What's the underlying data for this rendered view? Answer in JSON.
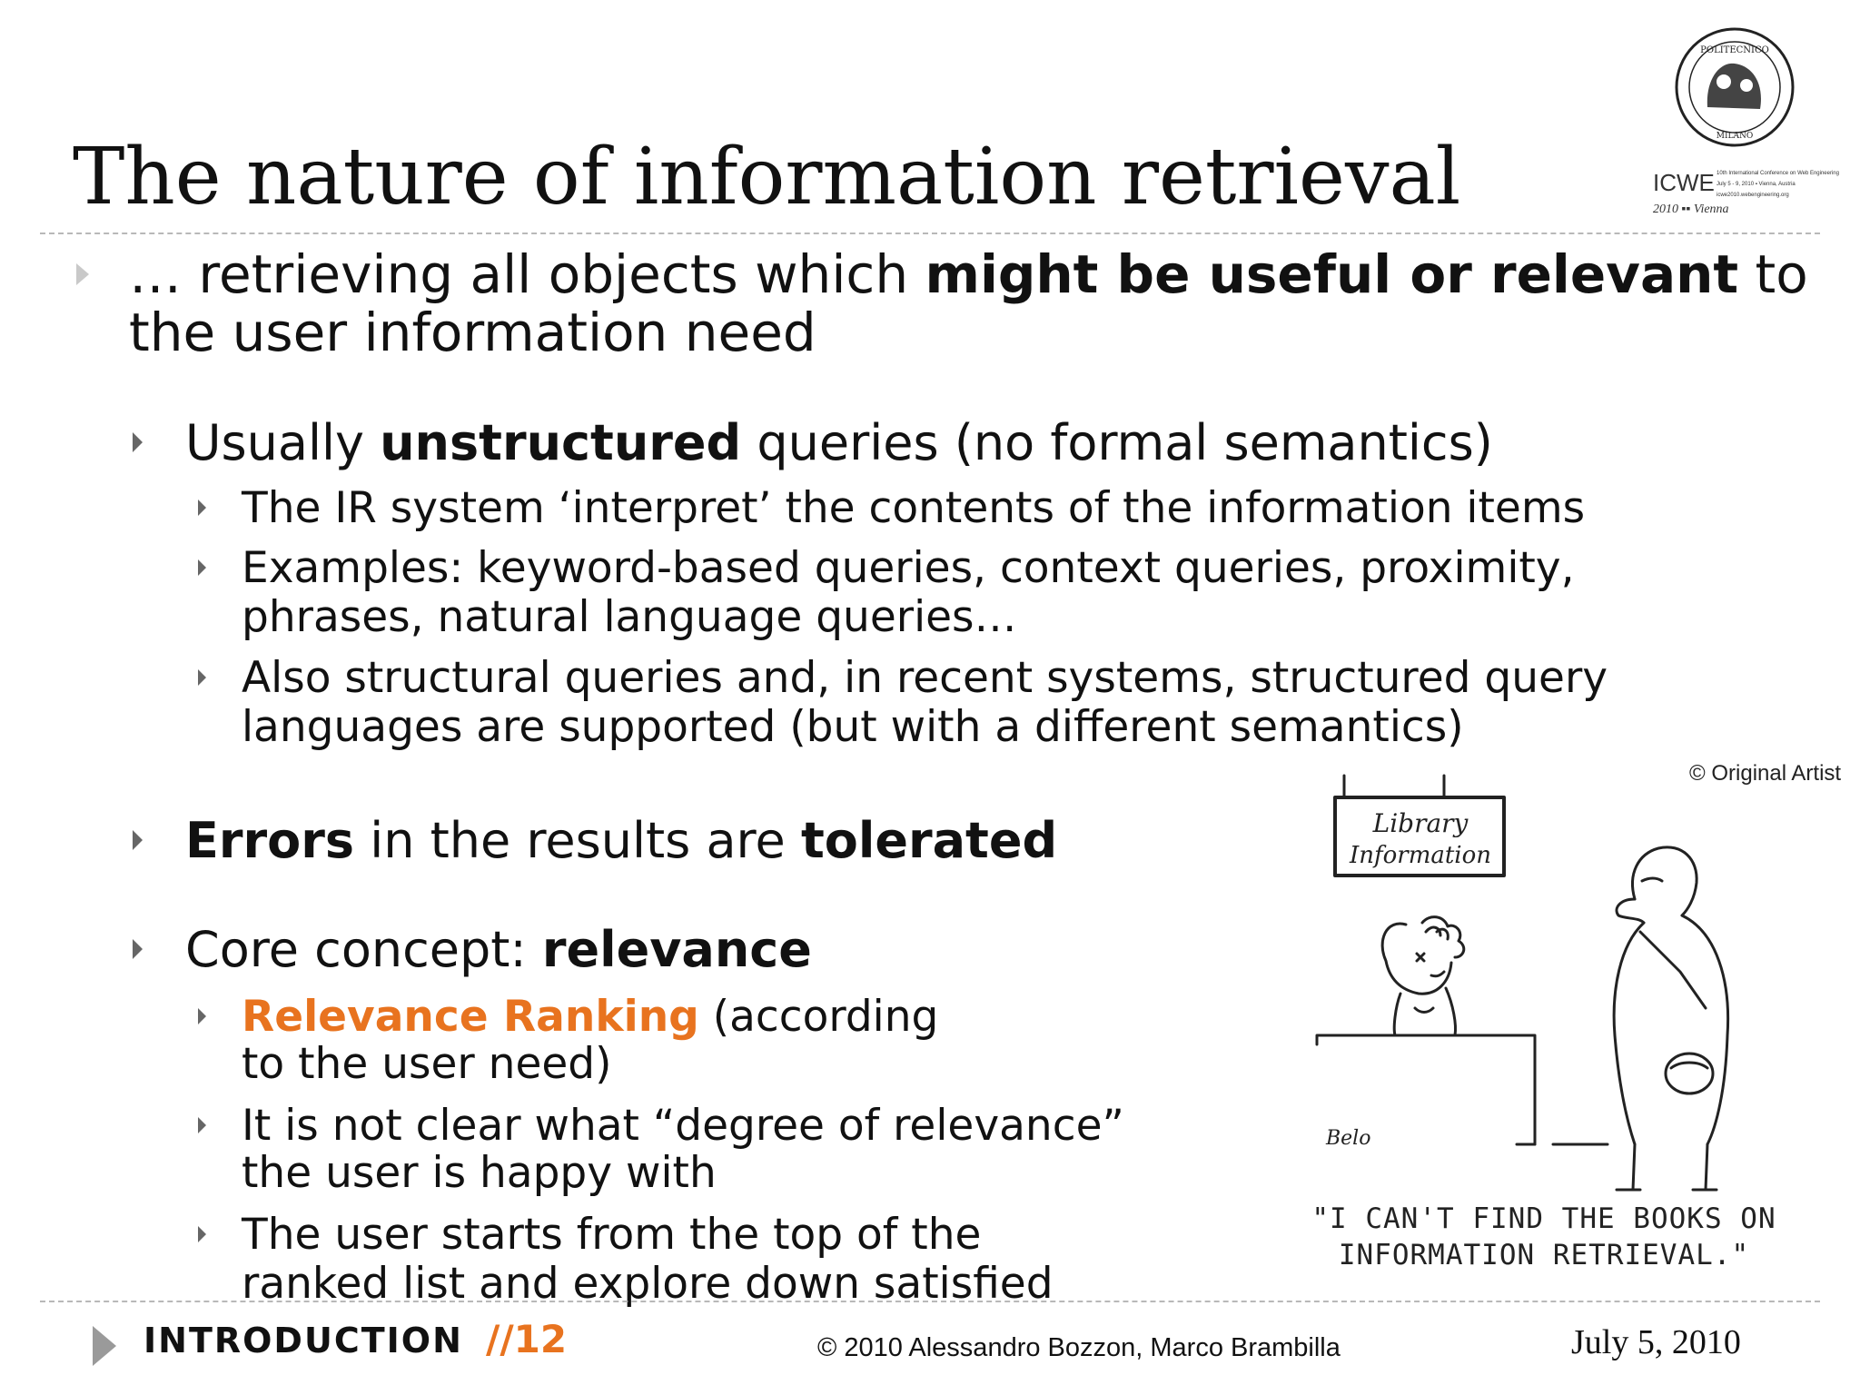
{
  "slide": {
    "title": "The nature of information retrieval"
  },
  "logos": {
    "seal_text_top": "POLITECNICO",
    "seal_text_bottom": "MILANO",
    "conf_name": "ICWE",
    "conf_line1": "10th International Conference on Web Engineering",
    "conf_line2": "July 5 - 9, 2010 ▪ Vienna, Austria",
    "conf_line3": "icwe2010.webengineering.org",
    "conf_year_city": "2010 ▪▪ Vienna"
  },
  "bullets": {
    "b0": {
      "l1_pre": "… retrieving all objects which ",
      "l1_bold": "might be useful or relevant",
      "l1_post": " to",
      "l2": "the user information need"
    },
    "b1": {
      "pre": "Usually ",
      "bold": "unstructured",
      "post": " queries (no formal semantics)"
    },
    "b1_1": {
      "text": "The IR system ‘interpret’ the contents of the information items"
    },
    "b1_2": {
      "l1": "Examples: keyword-based queries, context queries, proximity,",
      "l2": "phrases, natural language queries…"
    },
    "b1_3": {
      "l1": "Also structural queries and, in recent systems, structured query",
      "l2": "languages are supported (but with a different semantics)"
    },
    "b2": {
      "bold1": "Errors",
      "mid": " in the results are ",
      "bold2": "tolerated"
    },
    "b3": {
      "pre": "Core concept: ",
      "bold": "relevance"
    },
    "b3_1": {
      "orange": "Relevance Ranking",
      "l1_post": " (according",
      "l2": "to the user need)"
    },
    "b3_2": {
      "l1": "It is not clear what “degree of relevance”",
      "l2": " the user is happy with"
    },
    "b3_3": {
      "l1": "The user starts from the top of the",
      "l2": "ranked list and explore down satisfied"
    }
  },
  "cartoon": {
    "credit": "© Original Artist",
    "sign_line1": "Library",
    "sign_line2": "Information",
    "signature": "Belo",
    "caption_line1": "\"I CAN'T FIND THE BOOKS ON",
    "caption_line2": "INFORMATION RETRIEVAL.\""
  },
  "footer": {
    "section": "INTRODUCTION",
    "page": "//12",
    "copyright": "© 2010 Alessandro Bozzon, Marco Brambilla",
    "date": "July 5, 2010"
  },
  "colors": {
    "accent": "#e8731f",
    "rule": "#b8b8b8",
    "bullet": "#666666"
  }
}
